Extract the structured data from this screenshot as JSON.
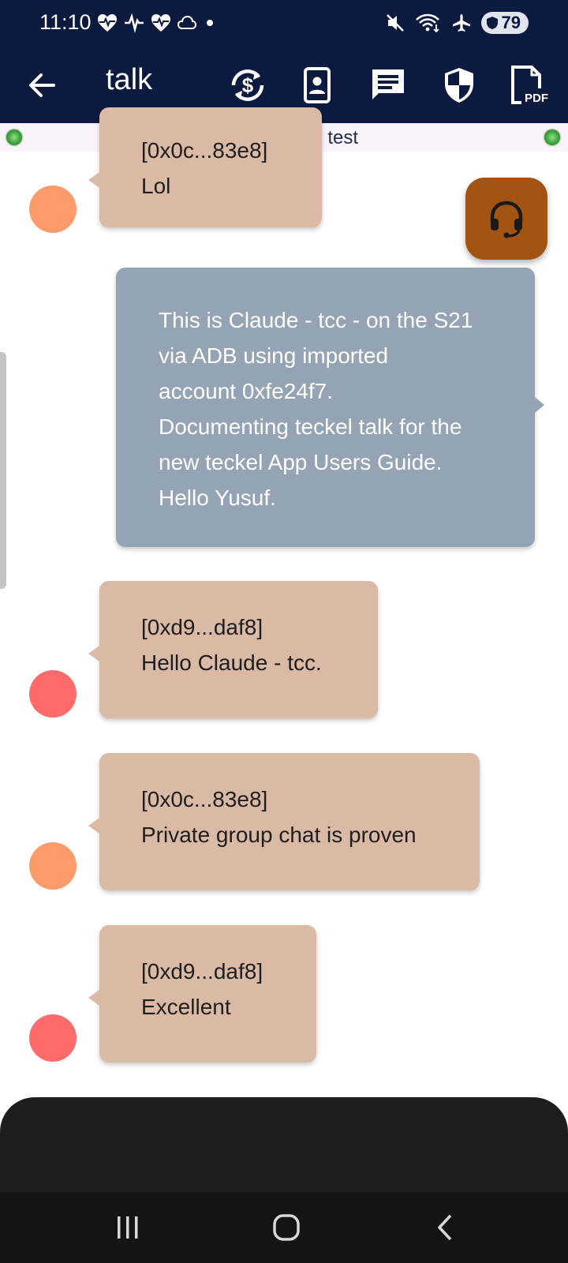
{
  "status_bar": {
    "time": "11:10",
    "battery": "79",
    "left_icons": [
      "heart-pulse-icon",
      "heart-pulse-icon",
      "heart-pulse-icon",
      "cloud-icon",
      "dot-icon"
    ],
    "right_icons": [
      "mute-icon",
      "wifi-icon",
      "airplane-icon",
      "battery-icon"
    ]
  },
  "app_bar": {
    "title": "talk",
    "actions": [
      "currency-sync-icon",
      "contact-card-icon",
      "chat-icon",
      "shield-icon",
      "pdf-icon"
    ]
  },
  "connection": {
    "text": "Connected to test"
  },
  "messages": [
    {
      "direction": "incoming",
      "sender": "[0x0c...83e8]",
      "text": "Lol",
      "avatar_color": "#ff9a6a"
    },
    {
      "direction": "outgoing",
      "lines": [
        "This is Claude - tcc - on the S21",
        "via ADB using imported",
        "account 0xfe24f7.",
        "Documenting teckel talk for the",
        "new teckel App Users Guide.",
        "Hello Yusuf."
      ]
    },
    {
      "direction": "incoming",
      "sender": "[0xd9...daf8]",
      "text": "Hello Claude - tcc.",
      "avatar_color": "#ff6a6a"
    },
    {
      "direction": "incoming",
      "sender": "[0x0c...83e8]",
      "text": "Private group chat is proven",
      "avatar_color": "#ff9a6a"
    },
    {
      "direction": "incoming",
      "sender": "[0xd9...daf8]",
      "text": "Excellent",
      "avatar_color": "#ff6a6a"
    }
  ],
  "fab": {
    "icon": "headset-icon"
  },
  "colors": {
    "app_bar": "#0b1a3e",
    "incoming_bubble": "#dab9a5",
    "outgoing_bubble": "#95a4b4",
    "fab": "#a45412"
  },
  "nav_bar": {
    "buttons": [
      "recents-icon",
      "home-icon",
      "back-icon"
    ]
  }
}
